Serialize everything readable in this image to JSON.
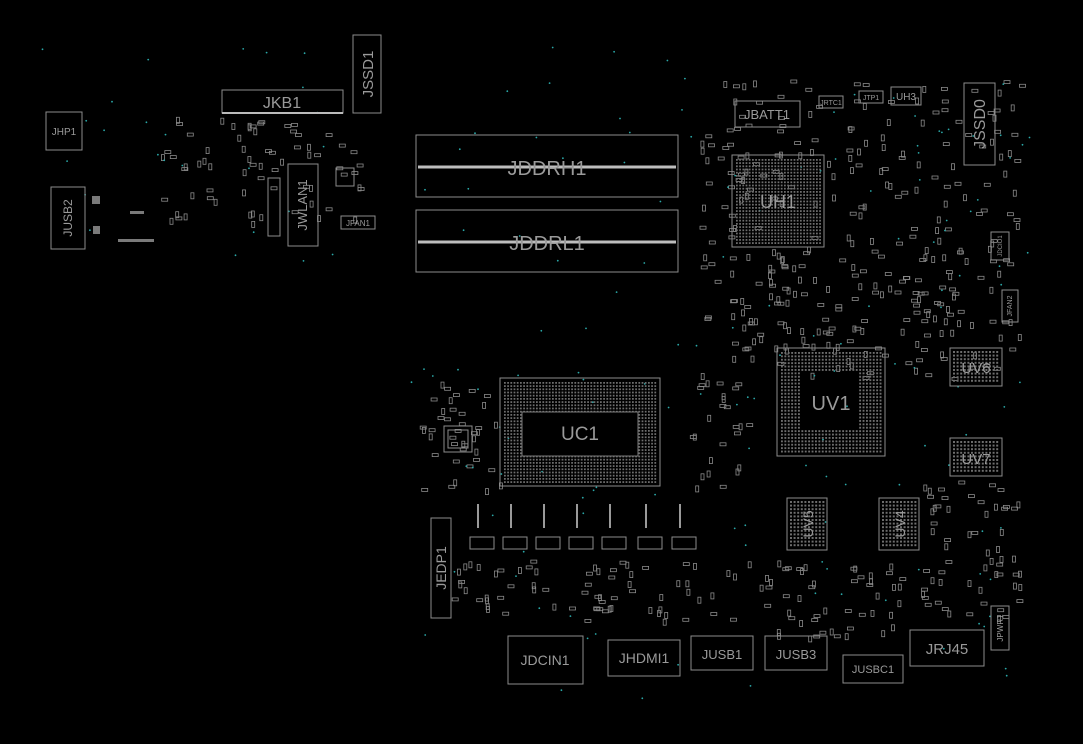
{
  "diagram": {
    "background": "#000000",
    "outline_color": "#8c8c8c",
    "label_color": "#9a9a9a",
    "via_color": "#2aa8a8",
    "components": {
      "jkb1": "JKB1",
      "jssd1": "JSSD1",
      "jhp1": "JHP1",
      "jusb2": "JUSB2",
      "jwlan1": "JWLAN1",
      "jfan1": "JFAN1",
      "jddrh1": "JDDRH1",
      "jddrl1": "JDDRL1",
      "jbatt1": "JBATT1",
      "jrtc1": "JRTC1",
      "jtp1": "JTP1",
      "uh3": "UH3",
      "jssd0": "JSSD0",
      "uh1": "UH1",
      "jdcio1": "JDCIO1",
      "jfan2": "JFAN2",
      "uv6": "UV6",
      "uv1": "UV1",
      "uv7": "UV7",
      "uc1": "UC1",
      "uv5": "UV5",
      "uv4": "UV4",
      "jedp1": "JEDP1",
      "jdcin1": "JDCIN1",
      "jhdmi1": "JHDMI1",
      "jusb1": "JUSB1",
      "jusb3": "JUSB3",
      "jusbc1": "JUSBC1",
      "jrj45": "JRJ45",
      "jpwr1": "JPWR1"
    }
  }
}
